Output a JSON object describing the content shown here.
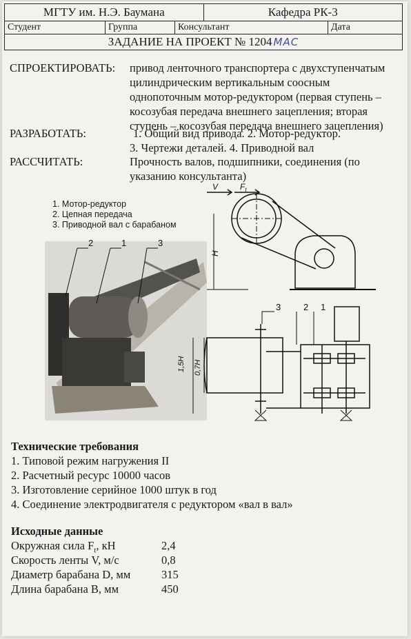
{
  "header": {
    "university": "МГТУ им. Н.Э. Баумана",
    "department": "Кафедра РК-3",
    "col_student": "Студент",
    "col_group": "Группа",
    "col_consultant": "Консультант",
    "col_date": "Дата",
    "title": "ЗАДАНИЕ НА ПРОЕКТ № 1204",
    "handwritten": "МАС"
  },
  "task": {
    "design_label": "СПРОЕКТИРОВАТЬ:",
    "design_lines": [
      "привод ленточного транспортера с двухступенчатым",
      "цилиндрическим вертикальным соосным",
      "однопоточным мотор-редуктором (первая ступень –",
      "косозубая передача внешнего зацепления; вторая",
      "ступень – косозубая передача внешнего зацепления)"
    ],
    "develop_label": "РАЗРАБОТАТЬ:",
    "develop_lines": [
      "1. Общий вид привода. 2. Мотор-редуктор.",
      "3.  Чертежи деталей. 4. Приводной вал"
    ],
    "calc_label": "РАССЧИТАТЬ:",
    "calc_lines": [
      "Прочность валов, подшипники, соединения (по",
      "указанию консультанта)"
    ]
  },
  "figure": {
    "legend": [
      "1. Мотор-редуктор",
      "2. Цепная передача",
      "3. Приводной вал с барабаном"
    ],
    "photo_callouts": [
      "2",
      "1",
      "3"
    ],
    "scheme_callouts": [
      "3",
      "2",
      "1"
    ],
    "label_v": "V",
    "label_ft": "F",
    "label_ft_sub": "t",
    "label_h": "H",
    "label_15h": "1,5H",
    "label_07h": "0,7H"
  },
  "requirements": {
    "title": "Технические требования",
    "items": [
      "1. Типовой режим нагружения II",
      "2. Расчетный ресурс 10000 часов",
      "3. Изготовление серийное 1000 штук в год",
      "4. Соединение электродвигателя с редуктором «вал в вал»"
    ]
  },
  "initial": {
    "title": "Исходные данные",
    "rows": [
      {
        "name": "Окружная сила F",
        "sub": "t",
        "unit": ", кН",
        "value": "2,4"
      },
      {
        "name": "Скорость ленты V, м/с",
        "sub": "",
        "unit": "",
        "value": "0,8"
      },
      {
        "name": "Диаметр барабана D, мм",
        "sub": "",
        "unit": "",
        "value": "315"
      },
      {
        "name": "Длина барабана B, мм",
        "sub": "",
        "unit": "",
        "value": "450"
      }
    ]
  }
}
